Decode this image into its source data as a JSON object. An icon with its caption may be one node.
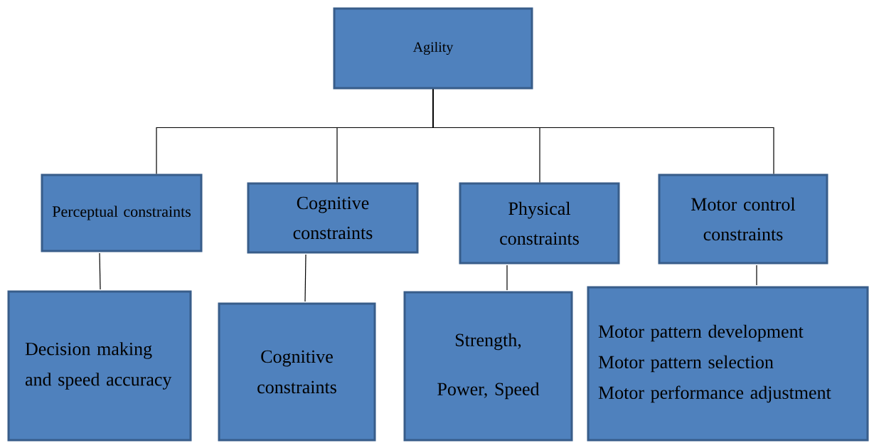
{
  "diagram": {
    "nodes": [
      {
        "text": [
          "Agility"
        ]
      },
      {
        "text": [
          "Perceptual constraints"
        ]
      },
      {
        "text": [
          "Cognitive constraints"
        ]
      },
      {
        "text": [
          "Physical constraints"
        ]
      },
      {
        "text": [
          "Motor control constraints"
        ]
      },
      {
        "text": [
          "Decision making and speed accuracy"
        ]
      },
      {
        "text": [
          "Cognitive constraints"
        ]
      },
      {
        "text": [
          "Strength, Power, Speed"
        ]
      },
      {
        "text": [
          "Motor pattern development",
          "Motor pattern selection",
          "Motor performance adjustment"
        ]
      }
    ],
    "edges": [
      {
        "from": 0,
        "to": 1,
        "arrow": "none"
      },
      {
        "from": 0,
        "to": 2,
        "arrow": "none"
      },
      {
        "from": 0,
        "to": 3,
        "arrow": "none"
      },
      {
        "from": 0,
        "to": 4,
        "arrow": "none"
      },
      {
        "from": 1,
        "to": 5,
        "arrow": "none"
      },
      {
        "from": 2,
        "to": 6,
        "arrow": "none"
      },
      {
        "from": 3,
        "to": 7,
        "arrow": "none"
      },
      {
        "from": 4,
        "to": 8,
        "arrow": "none"
      }
    ]
  }
}
